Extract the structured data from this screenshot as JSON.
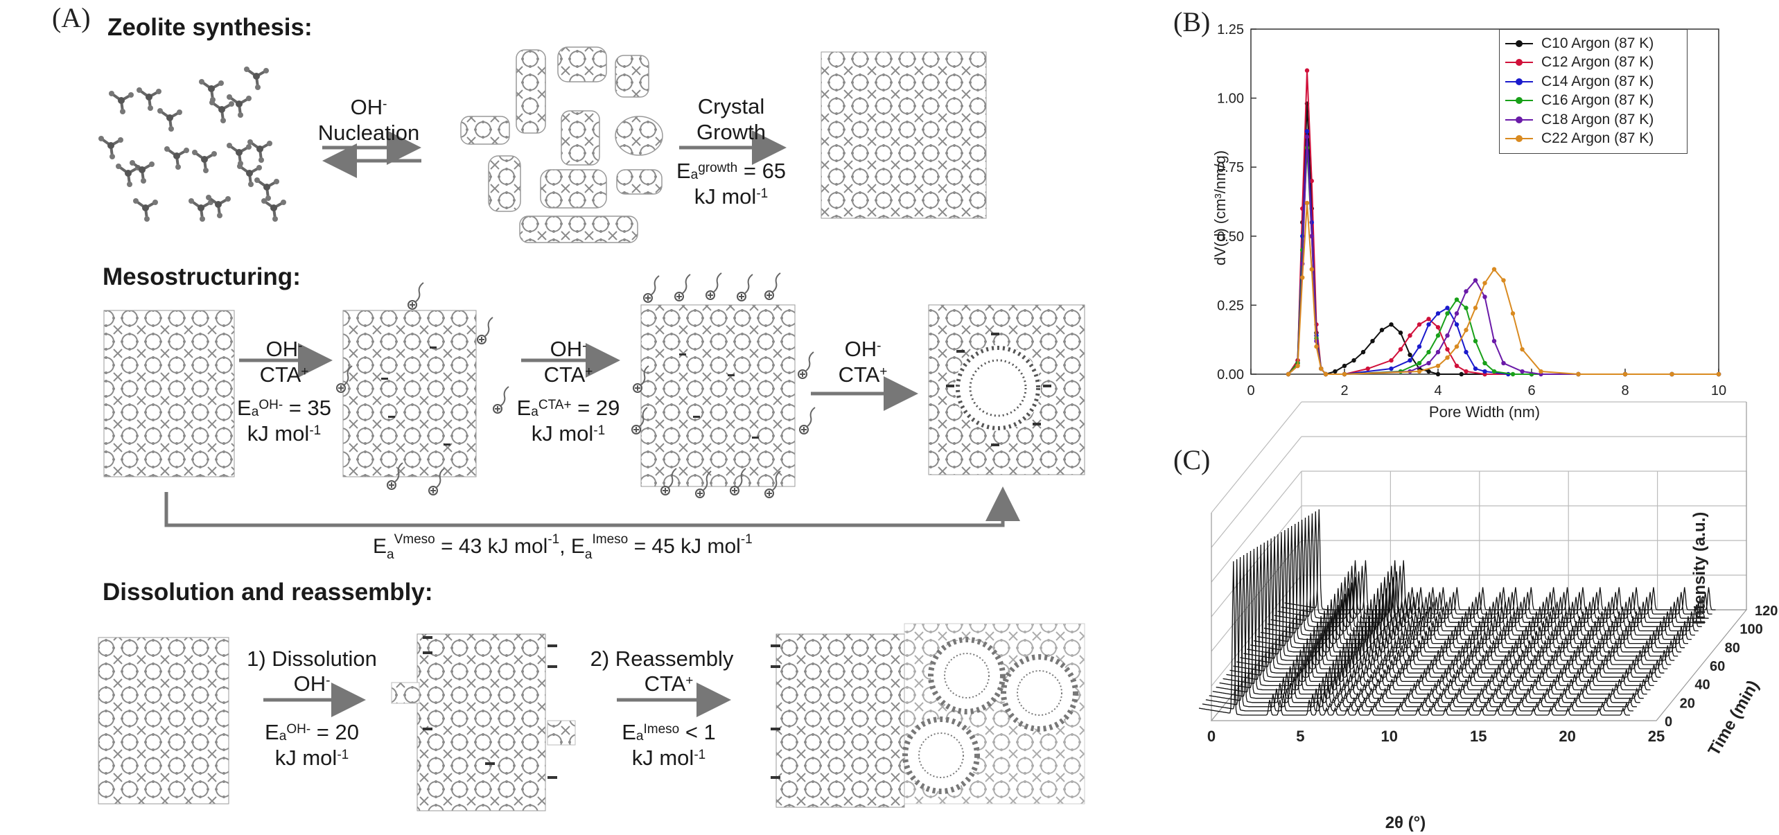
{
  "panels": {
    "a": "(A)",
    "b": "(B)",
    "c": "(C)"
  },
  "synthesis": {
    "heading": "Zeolite synthesis:",
    "nucleation": {
      "oh": "OH",
      "oh_sup": "-",
      "label": "Nucleation"
    },
    "growth": {
      "line1": "Crystal",
      "line2": "Growth",
      "ea": "E",
      "ea_sub": "a",
      "ea_sup": "growth",
      "ea_val": " = 65",
      "unit": "kJ mol",
      "unit_sup": "-1"
    }
  },
  "mesostructuring": {
    "heading": "Mesostructuring:",
    "step1": {
      "oh": "OH",
      "oh_sup": "-",
      "cta": "CTA",
      "cta_sup": "+",
      "ea": "E",
      "ea_sub": "a",
      "ea_sup": "OH-",
      "ea_val": " = 35",
      "unit": "kJ mol",
      "unit_sup": "-1"
    },
    "step2": {
      "oh": "OH",
      "oh_sup": "-",
      "cta": "CTA",
      "cta_sup": "+",
      "ea": "E",
      "ea_sub": "a",
      "ea_sup": "CTA+",
      "ea_val": " = 29",
      "unit": "kJ mol",
      "unit_sup": "-1"
    },
    "step3": {
      "oh": "OH",
      "oh_sup": "-",
      "cta": "CTA",
      "cta_sup": "+"
    },
    "bypass": {
      "e1": "E",
      "e1_sub": "a",
      "e1_sup": "Vmeso",
      "v1": " = 43  kJ mol",
      "u1_sup": "-1",
      "sep": ", E",
      "e2_sub": "a",
      "e2_sup": "Imeso",
      "v2": " = 45 kJ mol",
      "u2_sup": "-1"
    }
  },
  "dissolution": {
    "heading": "Dissolution and reassembly:",
    "step1": {
      "title": "1) Dissolution",
      "oh": "OH",
      "oh_sup": "-",
      "ea": "E",
      "ea_sub": "a",
      "ea_sup": "OH-",
      "ea_val": " = 20",
      "unit": "kJ mol",
      "unit_sup": "-1"
    },
    "step2": {
      "title": "2) Reassembly",
      "cta": "CTA",
      "cta_sup": "+",
      "ea": "E",
      "ea_sub": "a",
      "ea_sup": "Imeso",
      "ea_val": " < 1",
      "unit": "kJ mol",
      "unit_sup": "-1"
    }
  },
  "chart_data": [
    {
      "type": "line",
      "xlabel": "Pore Width (nm)",
      "ylabel": "dV(d) (cm³/nm/g)",
      "xlim": [
        0,
        10
      ],
      "ylim": [
        0,
        1.25
      ],
      "xticks": [
        "0",
        "2",
        "4",
        "6",
        "8",
        "10"
      ],
      "yticks": [
        "0.00",
        "0.25",
        "0.50",
        "0.75",
        "1.00",
        "1.25"
      ],
      "legend_position": "top-right",
      "series": [
        {
          "name": "C10 Argon (87 K)",
          "color": "#111111",
          "x": [
            0.8,
            1.0,
            1.1,
            1.2,
            1.3,
            1.4,
            1.5,
            1.6,
            1.8,
            2.0,
            2.2,
            2.4,
            2.6,
            2.8,
            3.0,
            3.2,
            3.4,
            3.6,
            3.8,
            4.0,
            4.5,
            5,
            6,
            7,
            8,
            9,
            10
          ],
          "y": [
            0,
            0.05,
            0.55,
            0.98,
            0.6,
            0.15,
            0.02,
            0,
            0.01,
            0.03,
            0.05,
            0.08,
            0.12,
            0.16,
            0.18,
            0.15,
            0.07,
            0.02,
            0.01,
            0,
            0,
            0,
            0,
            0,
            0,
            0,
            0
          ]
        },
        {
          "name": "C12 Argon (87 K)",
          "color": "#d0103a",
          "x": [
            0.8,
            1.0,
            1.1,
            1.2,
            1.3,
            1.4,
            1.5,
            1.6,
            2.0,
            2.5,
            3.0,
            3.2,
            3.4,
            3.6,
            3.8,
            4.0,
            4.2,
            4.4,
            4.6,
            5.0,
            6,
            7,
            8,
            9,
            10
          ],
          "y": [
            0,
            0.05,
            0.6,
            1.1,
            0.7,
            0.18,
            0.02,
            0,
            0,
            0.02,
            0.05,
            0.09,
            0.14,
            0.18,
            0.2,
            0.17,
            0.09,
            0.03,
            0.01,
            0,
            0,
            0,
            0,
            0,
            0
          ]
        },
        {
          "name": "C14 Argon (87 K)",
          "color": "#1a1acc",
          "x": [
            0.8,
            1.0,
            1.1,
            1.2,
            1.3,
            1.4,
            1.5,
            1.6,
            2.0,
            3.0,
            3.4,
            3.6,
            3.8,
            4.0,
            4.2,
            4.4,
            4.6,
            4.8,
            5.0,
            5.5,
            6,
            7,
            8,
            9,
            10
          ],
          "y": [
            0,
            0.04,
            0.5,
            0.88,
            0.55,
            0.14,
            0.02,
            0,
            0,
            0.02,
            0.05,
            0.1,
            0.18,
            0.22,
            0.24,
            0.18,
            0.08,
            0.02,
            0.01,
            0,
            0,
            0,
            0,
            0,
            0
          ]
        },
        {
          "name": "C16 Argon (87 K)",
          "color": "#18a018",
          "x": [
            0.8,
            1.0,
            1.1,
            1.2,
            1.3,
            1.4,
            1.5,
            1.6,
            2.0,
            3.2,
            3.6,
            3.8,
            4.0,
            4.2,
            4.4,
            4.6,
            4.8,
            5.0,
            5.2,
            5.6,
            6,
            7,
            8,
            9,
            10
          ],
          "y": [
            0,
            0.04,
            0.45,
            0.82,
            0.5,
            0.13,
            0.02,
            0,
            0,
            0.01,
            0.04,
            0.08,
            0.14,
            0.22,
            0.27,
            0.24,
            0.12,
            0.04,
            0.01,
            0,
            0,
            0,
            0,
            0,
            0
          ]
        },
        {
          "name": "C18 Argon (87 K)",
          "color": "#6a1aa8",
          "x": [
            0.8,
            1.0,
            1.1,
            1.2,
            1.3,
            1.4,
            1.5,
            1.6,
            2.0,
            3.4,
            3.8,
            4.0,
            4.2,
            4.4,
            4.6,
            4.8,
            5.0,
            5.2,
            5.4,
            5.8,
            6.2,
            7,
            8,
            9,
            10
          ],
          "y": [
            0,
            0.03,
            0.4,
            0.86,
            0.5,
            0.12,
            0.02,
            0,
            0,
            0.01,
            0.04,
            0.08,
            0.14,
            0.22,
            0.3,
            0.34,
            0.28,
            0.12,
            0.04,
            0.01,
            0,
            0,
            0,
            0,
            0
          ]
        },
        {
          "name": "C22 Argon (87 K)",
          "color": "#d98a20",
          "x": [
            0.8,
            1.0,
            1.1,
            1.2,
            1.3,
            1.4,
            1.5,
            1.6,
            2.0,
            3.6,
            4.0,
            4.2,
            4.4,
            4.6,
            4.8,
            5.0,
            5.2,
            5.4,
            5.6,
            5.8,
            6.2,
            7,
            8,
            9,
            10
          ],
          "y": [
            0,
            0.03,
            0.35,
            0.62,
            0.38,
            0.1,
            0.02,
            0,
            0,
            0.01,
            0.03,
            0.06,
            0.1,
            0.16,
            0.24,
            0.33,
            0.38,
            0.34,
            0.22,
            0.09,
            0.01,
            0,
            0,
            0,
            0
          ]
        }
      ]
    },
    {
      "type": "line",
      "xlabel": "2θ (°)",
      "ylabel": "Intensity (a.u.)",
      "zlabel": "Time (min)",
      "xticks": [
        "0",
        "5",
        "10",
        "15",
        "20",
        "25"
      ],
      "zticks": [
        "0",
        "20",
        "40",
        "60",
        "80",
        "100",
        "120"
      ],
      "series_count": 26,
      "peaks_2theta": [
        2.0,
        4.1,
        4.7,
        6.4,
        6.9,
        7.4,
        7.9,
        8.6,
        9.2,
        10.0,
        11.5,
        12.7,
        13.4,
        14.3,
        15.6,
        16.4,
        17.3,
        18.3,
        19.4,
        20.4,
        21.4,
        23.2,
        24.6
      ]
    }
  ]
}
